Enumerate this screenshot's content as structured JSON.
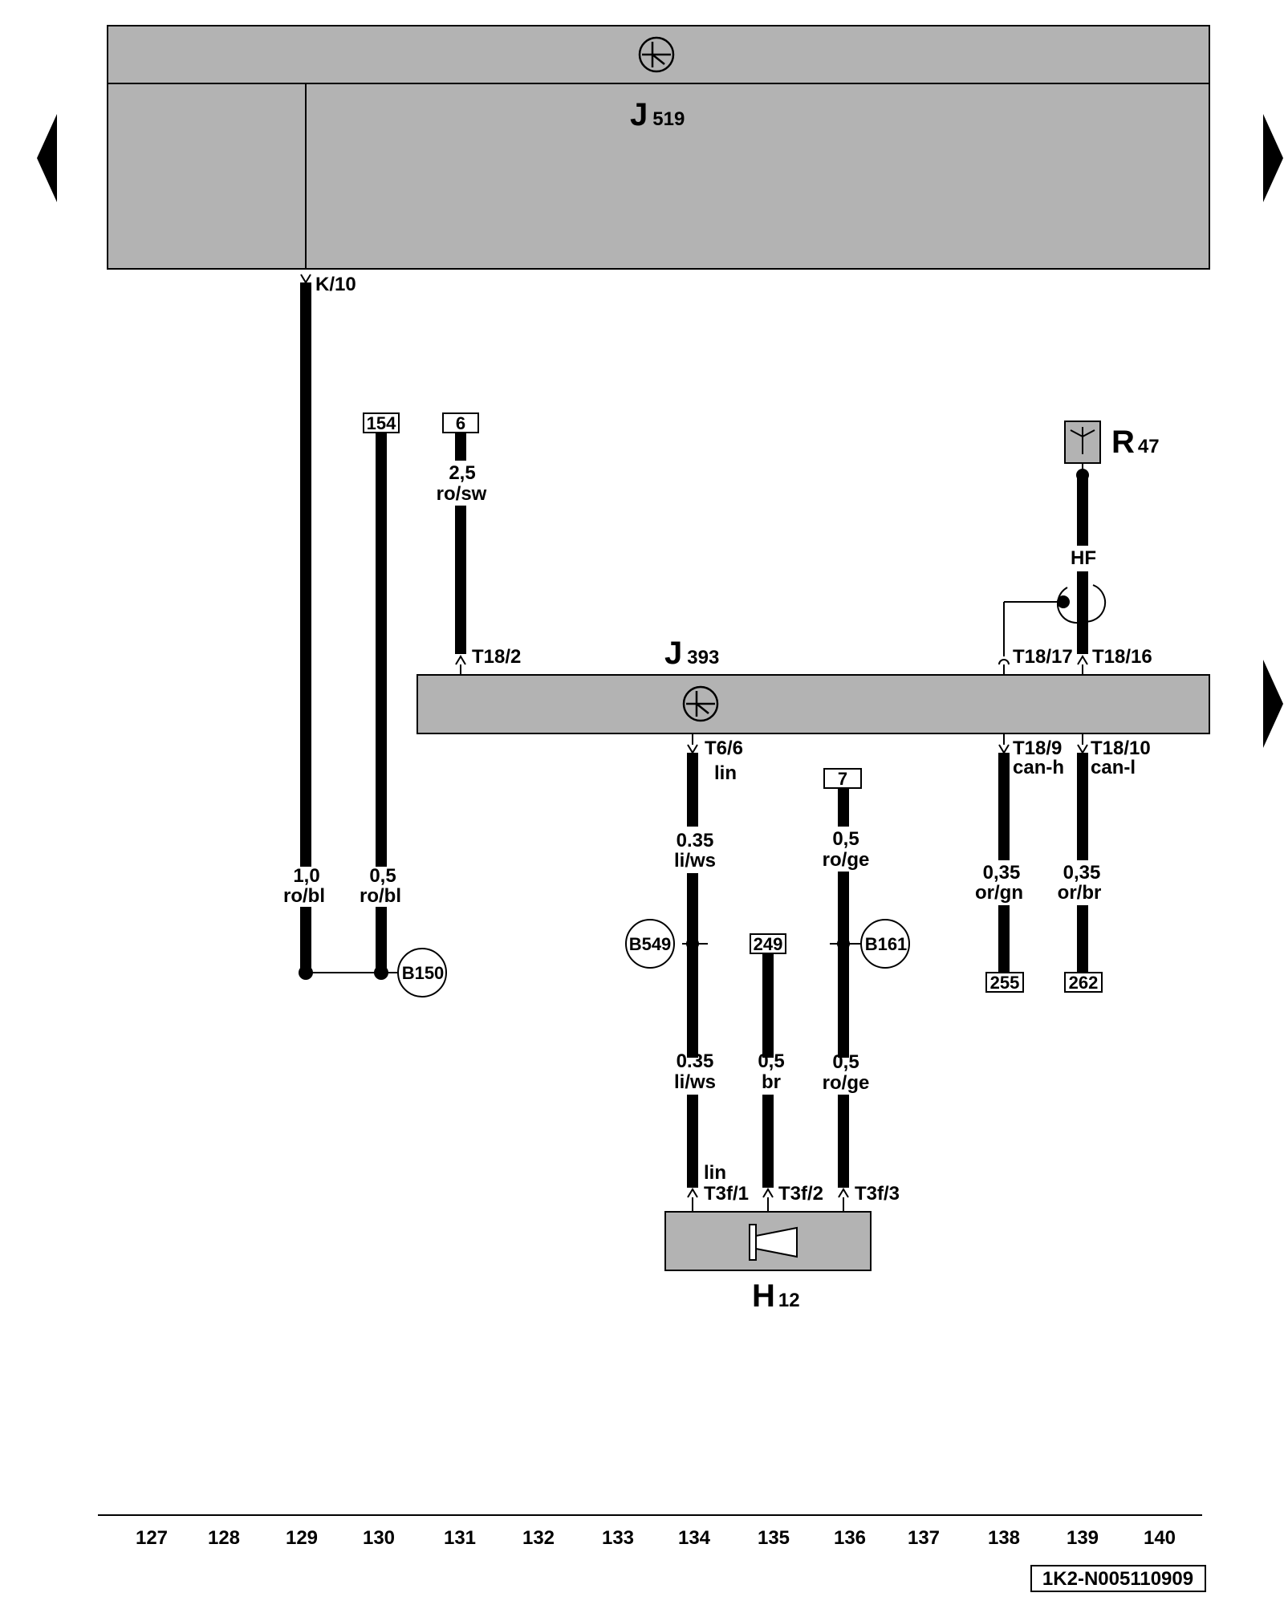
{
  "components": {
    "j519": {
      "letter": "J",
      "number": "519"
    },
    "j393": {
      "letter": "J",
      "number": "393"
    },
    "r47": {
      "letter": "R",
      "number": "47"
    },
    "h12": {
      "letter": "H",
      "number": "12"
    }
  },
  "pins": {
    "k10": "K/10",
    "t18_2": "T18/2",
    "t18_17": "T18/17",
    "t18_16": "T18/16",
    "t6_6": "T6/6",
    "t6_6_sig": "lin",
    "t18_9": "T18/9",
    "t18_9_sig": "can-h",
    "t18_10": "T18/10",
    "t18_10_sig": "can-l",
    "t3f_1": "T3f/1",
    "t3f_1_sig": "lin",
    "t3f_2": "T3f/2",
    "t3f_3": "T3f/3",
    "hf": "HF"
  },
  "refs": {
    "r154": "154",
    "r6": "6",
    "r7": "7",
    "r249": "249",
    "r255": "255",
    "r262": "262"
  },
  "wires": {
    "w129": {
      "size": "1,0",
      "color": "ro/bl"
    },
    "w130": {
      "size": "0,5",
      "color": "ro/bl"
    },
    "w131": {
      "size": "2,5",
      "color": "ro/sw"
    },
    "w134a": {
      "size": "0.35",
      "color": "li/ws"
    },
    "w134b": {
      "size": "0.35",
      "color": "li/ws"
    },
    "w135": {
      "size": "0,5",
      "color": "br"
    },
    "w136a": {
      "size": "0,5",
      "color": "ro/ge"
    },
    "w136b": {
      "size": "0,5",
      "color": "ro/ge"
    },
    "w138": {
      "size": "0,35",
      "color": "or/gn"
    },
    "w139": {
      "size": "0,35",
      "color": "or/br"
    }
  },
  "connections": {
    "b150": "B150",
    "b549": "B549",
    "b161": "B161"
  },
  "column_numbers": [
    "127",
    "128",
    "129",
    "130",
    "131",
    "132",
    "133",
    "134",
    "135",
    "136",
    "137",
    "138",
    "139",
    "140"
  ],
  "doc_id": "1K2-N005110909"
}
